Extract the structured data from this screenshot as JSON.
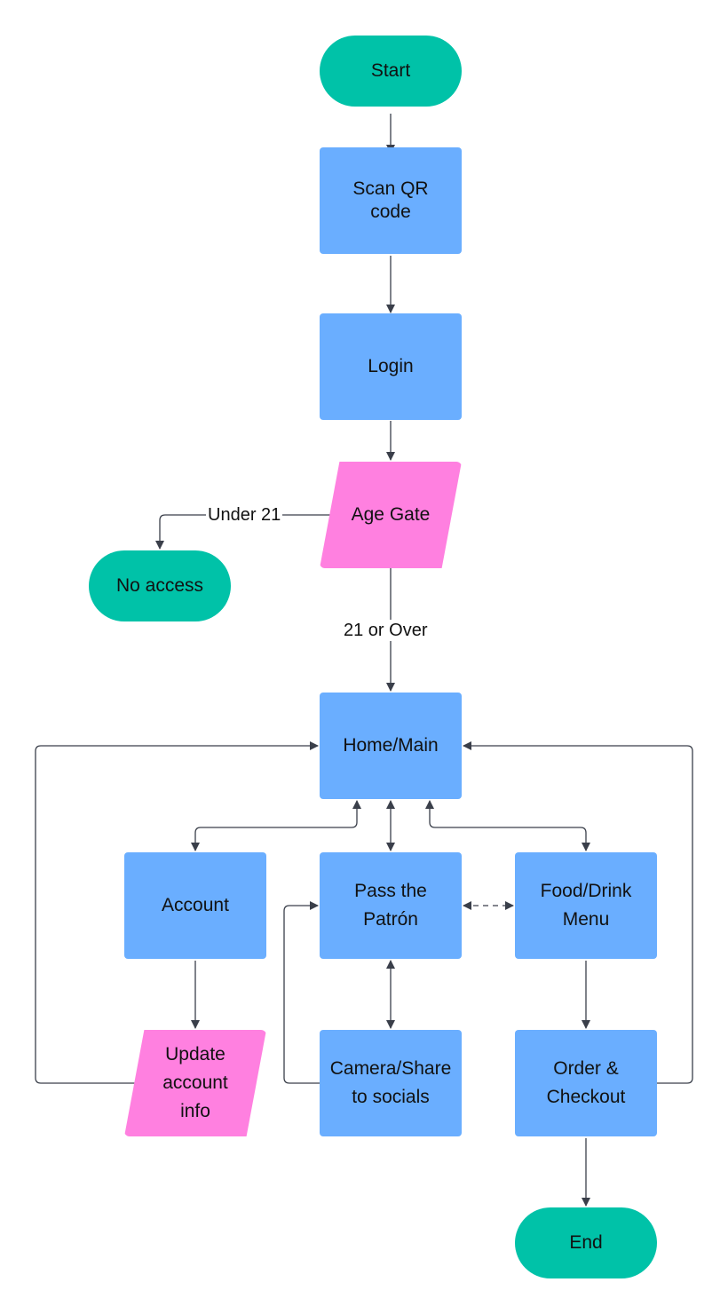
{
  "diagram": {
    "nodes": {
      "start": "Start",
      "scan_qr": "Scan QR\ncode",
      "login": "Login",
      "age_gate": "Age Gate",
      "no_access": "No access",
      "home": "Home/Main",
      "account": "Account",
      "pass_patron": "Pass the\nPatrón",
      "food_menu": "Food/Drink\nMenu",
      "update_account": "Update\naccount\ninfo",
      "camera_share": "Camera/Share\nto socials",
      "order_checkout": "Order &\nCheckout",
      "end": "End"
    },
    "edge_labels": {
      "under_21": "Under 21",
      "over_21": "21 or Over"
    },
    "colors": {
      "terminal": "#00c2a8",
      "process": "#6aaeff",
      "io": "#ff80e0",
      "line": "#3a3f4a"
    }
  }
}
